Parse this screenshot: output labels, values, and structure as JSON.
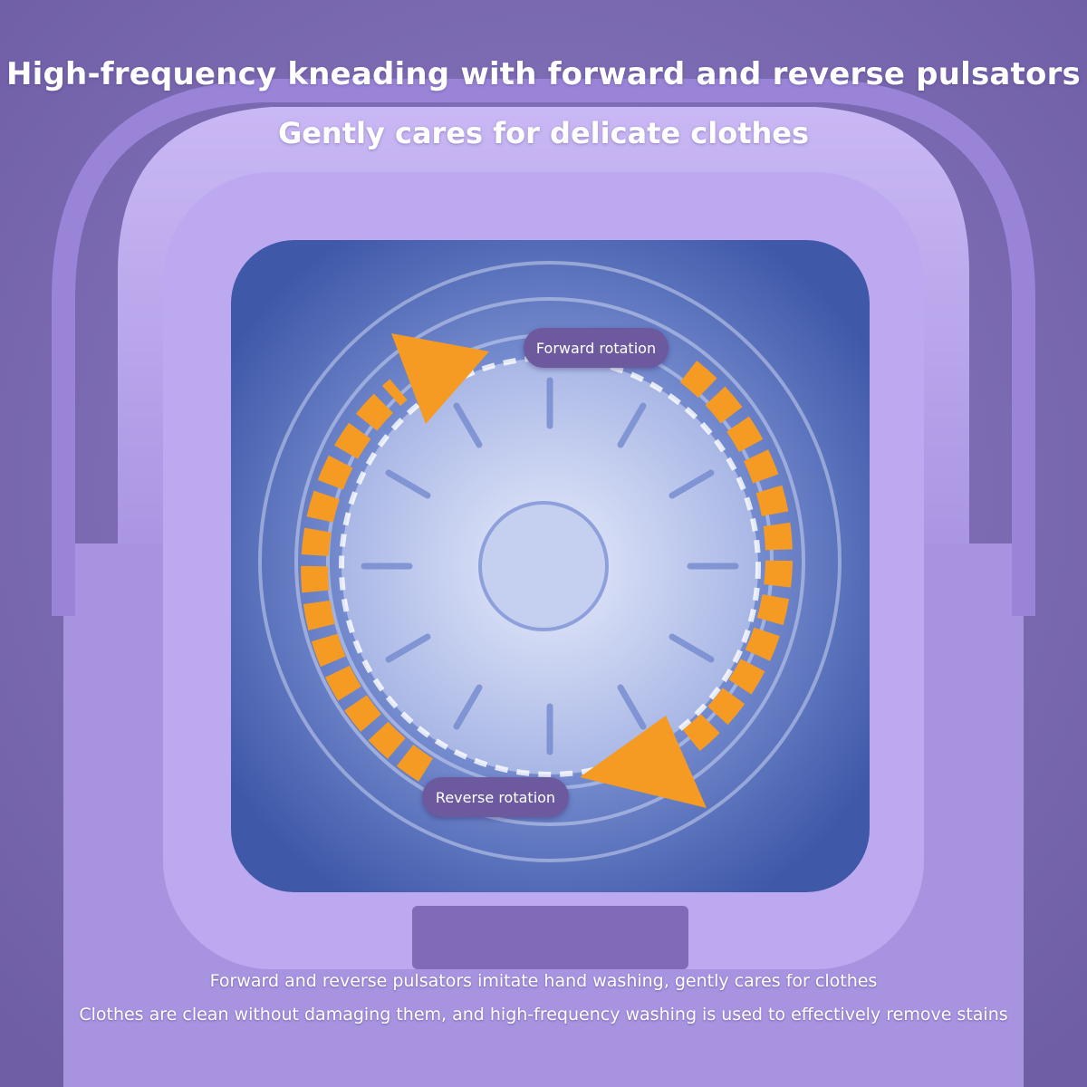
{
  "headline": {
    "line1": "High-frequency kneading with forward and reverse pulsators",
    "line2": "Gently cares for delicate clothes"
  },
  "labels": {
    "forward": "Forward rotation",
    "reverse": "Reverse rotation"
  },
  "caption": {
    "line1": "Forward and reverse pulsators imitate hand washing, gently cares for clothes",
    "line2": "Clothes are clean without damaging them, and high-frequency washing is used to effectively remove stains"
  },
  "colors": {
    "background": "#7e6cb3",
    "machine_body": "#b6a2ea",
    "water": "#5a74c2",
    "arrow": "#f59a23",
    "pill": "#6d5a9e"
  }
}
